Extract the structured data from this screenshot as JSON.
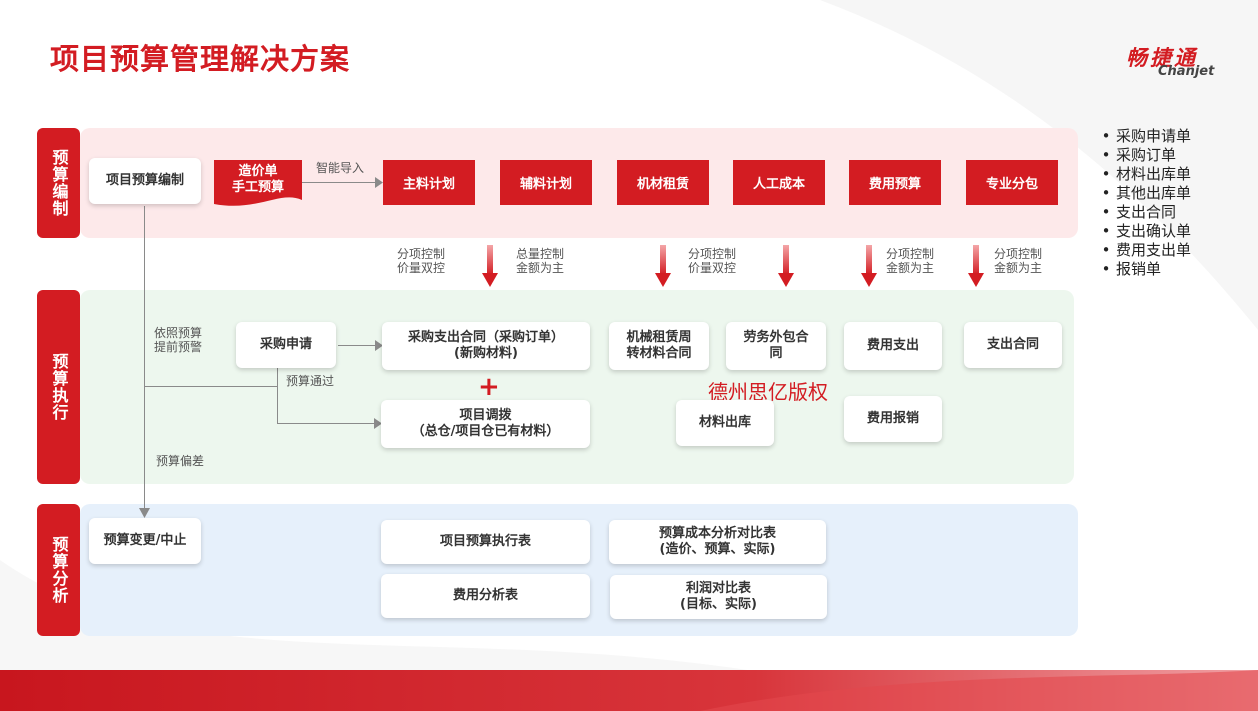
{
  "title": "项目预算管理解决方案",
  "logo": {
    "cn": "畅捷通",
    "en": "Chanjet"
  },
  "colors": {
    "brand_red": "#d31c22",
    "band_pink": "#fde9ea",
    "band_green": "#edf7ee",
    "band_blue": "#e6f0fb"
  },
  "sections": {
    "compile": "预算编制",
    "execute": "预算执行",
    "analyze": "预算分析"
  },
  "compile": {
    "budget_compile": "项目预算编制",
    "cost_sheet": "造价单",
    "manual_budget": "手工预算",
    "smart_import": "智能导入",
    "plans": [
      "主料计划",
      "辅料计划",
      "机材租赁",
      "人工成本",
      "费用预算",
      "专业分包"
    ]
  },
  "controls": [
    [
      "分项控制",
      "价量双控"
    ],
    [
      "总量控制",
      "金额为主"
    ],
    [
      "分项控制",
      "价量双控"
    ],
    [
      "分项控制",
      "金额为主"
    ],
    [
      "分项控制",
      "金额为主"
    ]
  ],
  "execute": {
    "early_warning": [
      "依照预算",
      "提前预警"
    ],
    "purchase_request": "采购申请",
    "budget_passed": "预算通过",
    "purchase_contract": [
      "采购支出合同（采购订单）",
      "(新购材料)"
    ],
    "transfer": [
      "项目调拨",
      "（总仓/项目仓已有材料）"
    ],
    "rental_contract": [
      "机械租赁周",
      "转材料合同"
    ],
    "labor_contract": [
      "劳务外包合",
      "同"
    ],
    "expense_pay": "费用支出",
    "expense_reimburse": "费用报销",
    "pay_contract": "支出合同",
    "material_out": "材料出库",
    "budget_deviation": "预算偏差"
  },
  "analyze": {
    "change": "预算变更/中止",
    "exec_table": "项目预算执行表",
    "expense_table": "费用分析表",
    "cost_compare": [
      "预算成本分析对比表",
      "(造价、预算、实际)"
    ],
    "profit_compare": [
      "利润对比表",
      "(目标、实际)"
    ]
  },
  "watermark": "德州思亿版权",
  "plus_sign": "+",
  "bullets": [
    "采购申请单",
    "采购订单",
    "材料出库单",
    "其他出库单",
    "支出合同",
    "支出确认单",
    "费用支出单",
    "报销单"
  ]
}
